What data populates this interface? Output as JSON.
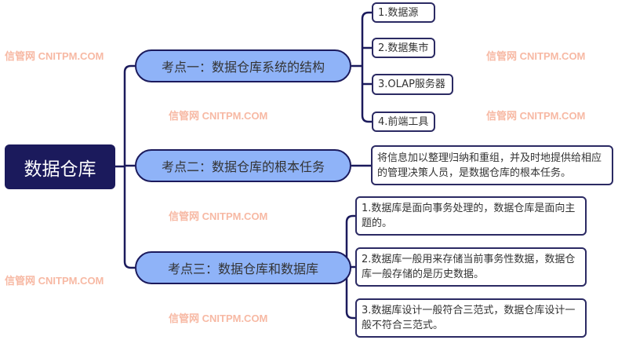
{
  "watermark": "信管网 CNITPM.COM",
  "root": {
    "label": "数据仓库"
  },
  "branches": [
    {
      "label": "考点一：数据仓库系统的结构",
      "children": [
        "1.数据源",
        "2.数据集市",
        "3.OLAP服务器",
        "4.前端工具"
      ]
    },
    {
      "label": "考点二：数据仓库的根本任务",
      "children": [
        "将信息加以整理归纳和重组，并及时地提供给相应的管理决策人员，是数据仓库的根本任务。"
      ]
    },
    {
      "label": "考点三：数据仓库和数据库",
      "children": [
        "1.数据库是面向事务处理的，数据仓库是面向主题的。",
        "2.数据库一般用来存储当前事务性数据，数据仓库一般存储的是历史数据。",
        "3.数据库设计一般符合三范式，数据仓库设计一般不符合三范式。"
      ]
    }
  ],
  "colors": {
    "root": "#1b1a5c",
    "branch": "#8fb3f8",
    "line": "#1b1a5c",
    "watermark": "#f7b9a4"
  }
}
